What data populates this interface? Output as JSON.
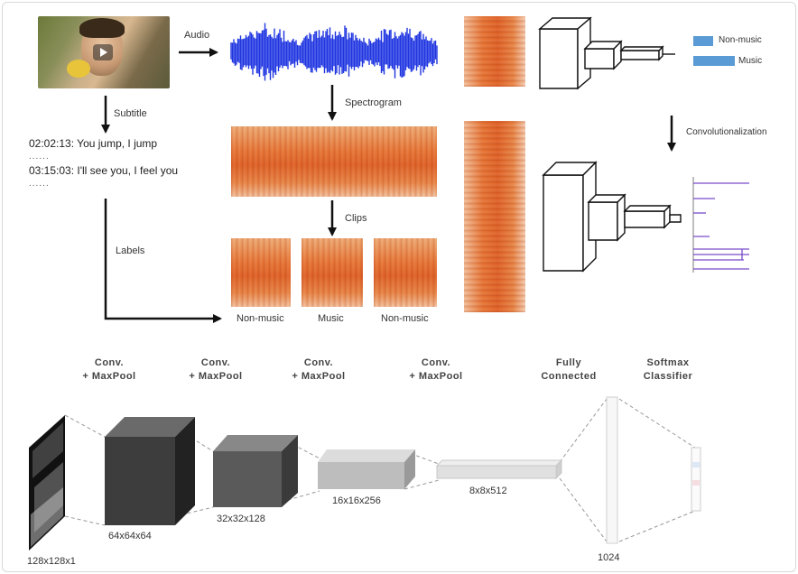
{
  "labels": {
    "audio": "Audio",
    "subtitle": "Subtitle",
    "spectrogram": "Spectrogram",
    "clips": "Clips",
    "labels": "Labels",
    "convolutionalization": "Convolutionalization"
  },
  "subtitles": {
    "line1": "02:02:13: You jump, I jump",
    "dots1": "......",
    "line2": "03:15:03: I'll see you, I feel you",
    "dots2": "......"
  },
  "clips": [
    "Non-music",
    "Music",
    "Non-music"
  ],
  "output_legend": [
    "Non-music",
    "Music"
  ],
  "cnn": {
    "stages": [
      {
        "name": "Conv.\n+ MaxPool",
        "dim": "64x64x64"
      },
      {
        "name": "Conv.\n+ MaxPool",
        "dim": "32x32x128"
      },
      {
        "name": "Conv.\n+ MaxPool",
        "dim": "16x16x256"
      },
      {
        "name": "Conv.\n+ MaxPool",
        "dim": "8x8x512"
      },
      {
        "name": "Fully\nConnected",
        "dim": "1024"
      },
      {
        "name": "Softmax\nClassifier",
        "dim": ""
      }
    ],
    "input_dim": "128x128x1"
  },
  "colors": {
    "waveform": "#1f35e0",
    "spectrogram": "#e6702f",
    "legend_bar": "#5b9bd5",
    "spike": "#7b4bc9"
  }
}
